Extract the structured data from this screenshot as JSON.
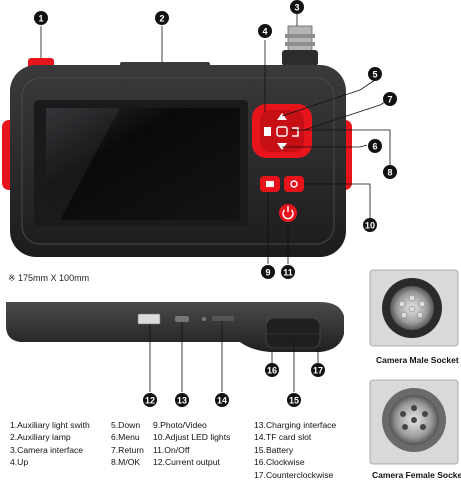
{
  "callouts": [
    "1",
    "2",
    "3",
    "4",
    "5",
    "6",
    "7",
    "8",
    "9",
    "10",
    "11",
    "12",
    "13",
    "14",
    "15",
    "16",
    "17"
  ],
  "dimension_note": "※ 175mm X 100mm",
  "captions": {
    "male_socket": "Camera Male Socket",
    "female_socket": "Camera Female Socket"
  },
  "legend": {
    "col1": [
      "1.Auxiliary light swith",
      "2.Auxiliary lamp",
      "3.Camera interface",
      "4.Up"
    ],
    "col2": [
      "5.Down",
      "6.Menu",
      "7.Return",
      "8.M/OK"
    ],
    "col3": [
      "9.Photo/Video",
      "10.Adjust LED lights",
      "11.On/Off",
      "12.Current output"
    ],
    "col4": [
      "13.Charging interface",
      "14.TF card slot",
      "15.Battery",
      "16.Clockwise",
      "17.Counterclockwise"
    ]
  },
  "colors": {
    "accent_red": "#e8141c",
    "body_dark": "#2b2b2d",
    "screen": "#0c0c0e"
  }
}
